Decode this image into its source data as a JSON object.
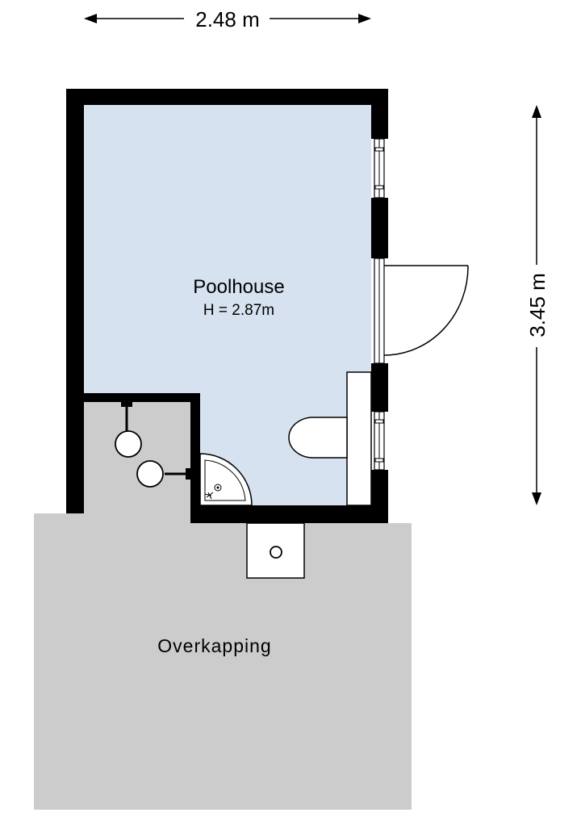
{
  "dimensions": {
    "width_label": "2.48 m",
    "height_label": "3.45 m"
  },
  "rooms": {
    "poolhouse": {
      "name": "Poolhouse",
      "height_label": "H = 2.87m"
    },
    "overkapping": {
      "name": "Overkapping"
    }
  },
  "colors": {
    "room_fill": "#d6e2ef",
    "covered_fill": "#cccccc",
    "wall": "#000000",
    "fixture_fill": "#ffffff"
  }
}
